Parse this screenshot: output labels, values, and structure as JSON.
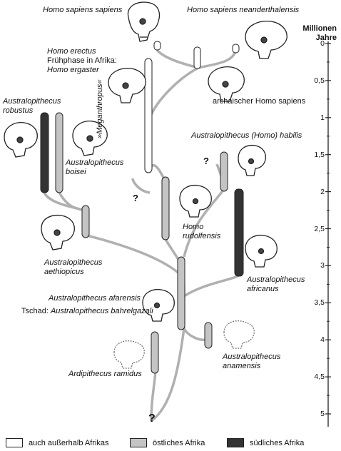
{
  "axis": {
    "title_line1": "Millionen",
    "title_line2": "Jahre",
    "ticks": [
      "0",
      "0,5",
      "1",
      "1,5",
      "2",
      "2,5",
      "3",
      "3,5",
      "4",
      "4,5",
      "5"
    ]
  },
  "labels": {
    "hss": "Homo sapiens sapiens",
    "hsn": "Homo sapiens neanderthalensis",
    "he1": "Homo erectus",
    "he2": "Frühphase in Afrika:",
    "he3": "Homo ergaster",
    "arch": "archaischer Homo sapiens",
    "rob1": "Australopithecus",
    "rob2": "robustus",
    "boi1": "Australopithecus",
    "boi2": "boisei",
    "mega": "»Meganthropus«",
    "hab": "Australopithecus (Homo) habilis",
    "rud1": "Homo",
    "rud2": "rudolfensis",
    "aet1": "Australopithecus",
    "aet2": "aethiopicus",
    "afr1": "Australopithecus",
    "afr2": "africanus",
    "afa": "Australopithecus afarensis",
    "tch_pre": "Tschad: ",
    "tch": "Australopithecus bahrelgazali",
    "ana1": "Australopithecus",
    "ana2": "anamensis",
    "ard": "Ardipithecus ramidus",
    "q1": "?",
    "q2": "?",
    "q3": "?"
  },
  "legend": [
    {
      "label": "auch außerhalb Afrikas",
      "color": "#ffffff"
    },
    {
      "label": "östliches Afrika",
      "color": "#c4c4c4"
    },
    {
      "label": "südliches Afrika",
      "color": "#333333"
    }
  ],
  "colors": {
    "line": "#b0b0b0",
    "outside": "#ffffff",
    "east": "#c4c4c4",
    "south": "#333333",
    "outline": "#222222"
  }
}
